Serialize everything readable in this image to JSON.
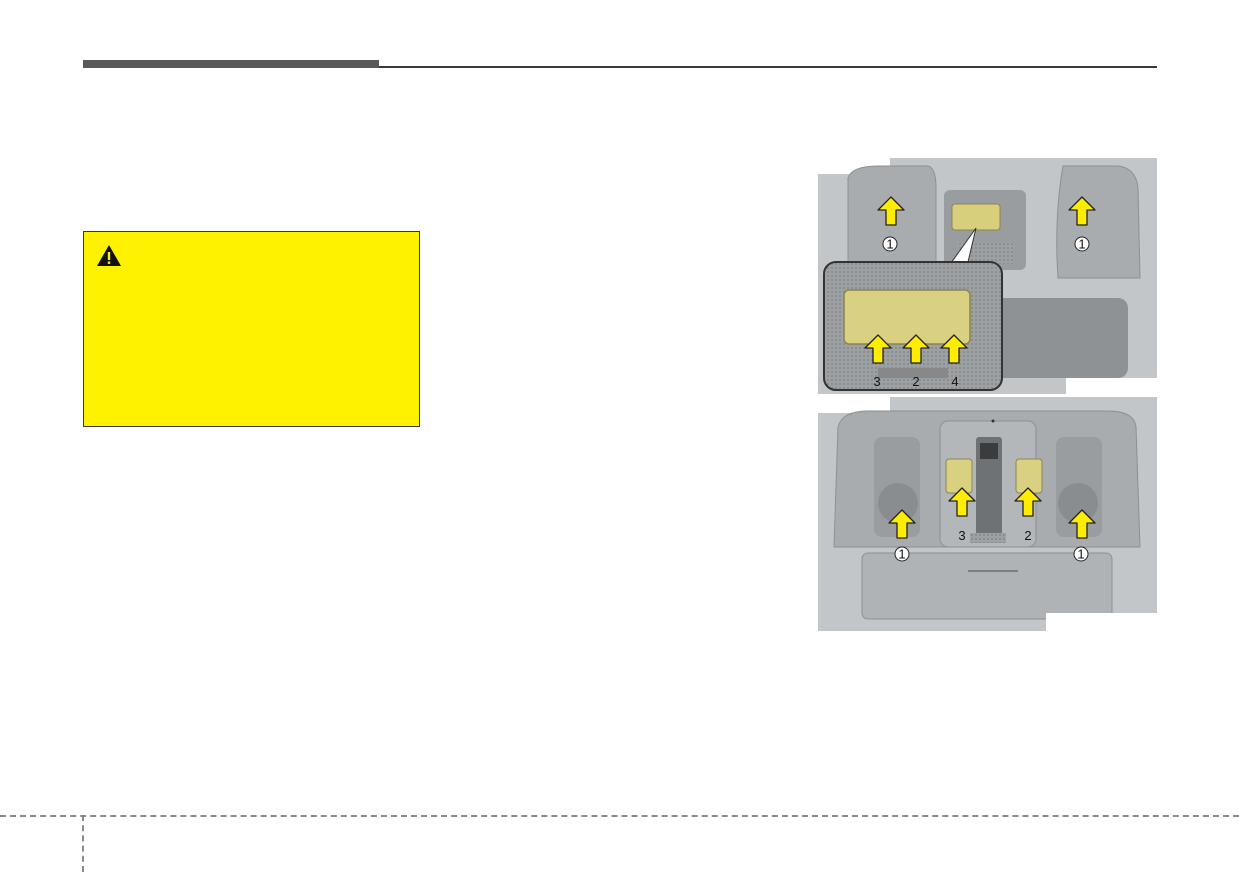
{
  "figure_top": {
    "callouts": {
      "left_lamp": "1",
      "right_lamp": "1",
      "door_button": "3",
      "on_button": "2",
      "off_button": "4"
    }
  },
  "figure_bottom": {
    "callouts": {
      "left_lamp": "1",
      "right_lamp": "1",
      "left_switch": "3",
      "right_switch": "2"
    }
  },
  "colors": {
    "caution_background": "#fff200",
    "arrow_fill": "#ffed00",
    "header_bar": "#58595b"
  },
  "icons": [
    "warning-triangle-icon",
    "arrow-up-icon"
  ]
}
